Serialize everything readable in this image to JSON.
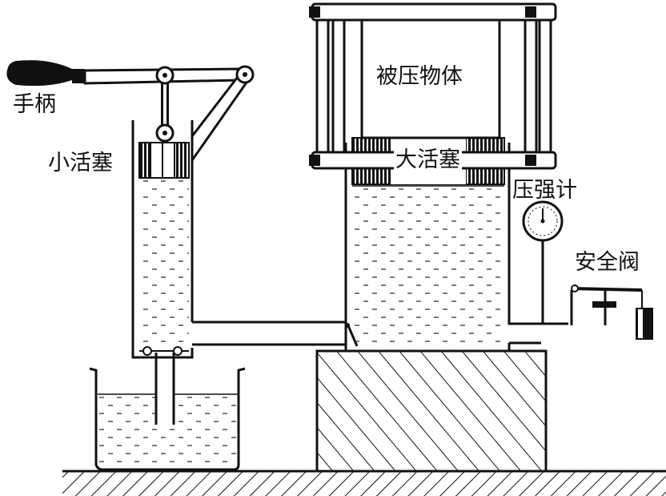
{
  "labels": {
    "handle": "手柄",
    "small_piston": "小活塞",
    "pressed_object": "被压物体",
    "large_piston": "大活塞",
    "pressure_gauge": "压强计",
    "safety_valve": "安全阀"
  },
  "colors": {
    "ink": "#111111",
    "paper": "#ffffff"
  }
}
